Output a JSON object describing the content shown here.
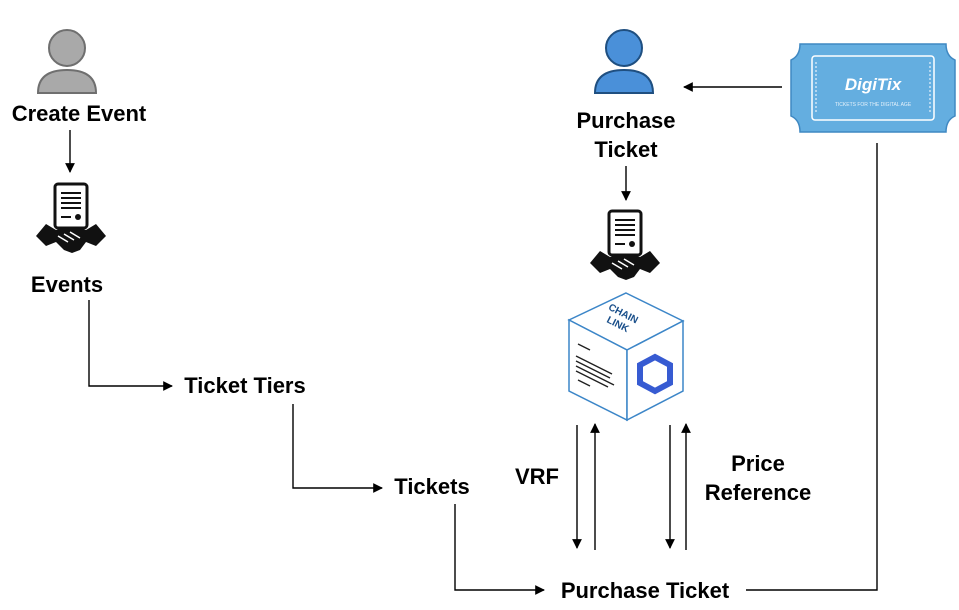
{
  "labels": {
    "create_event": "Create Event",
    "events": "Events",
    "ticket_tiers": "Ticket Tiers",
    "tickets": "Tickets",
    "purchase_ticket_top_line1": "Purchase",
    "purchase_ticket_top_line2": "Ticket",
    "purchase_ticket_bottom": "Purchase Ticket",
    "vrf": "VRF",
    "price_reference_line1": "Price",
    "price_reference_line2": "Reference"
  },
  "chainlink_cube": {
    "top_text_line1": "CHAIN",
    "top_text_line2": "LINK"
  },
  "digitix_ticket": {
    "brand": "DigiTix",
    "subtitle": "TICKETS FOR THE DIGITAL AGE"
  },
  "colors": {
    "user_gray": "#a9a9a9",
    "user_blue": "#4a90d9",
    "ticket_blue": "#64aee0",
    "cube_face": "#ffffff",
    "cube_stroke": "#3c86c8",
    "chainlink_blue": "#375bd2"
  },
  "icons": [
    "user-icon-gray",
    "contract-handshake-icon",
    "user-icon-blue",
    "chainlink-cube-icon",
    "digitix-ticket-icon"
  ]
}
